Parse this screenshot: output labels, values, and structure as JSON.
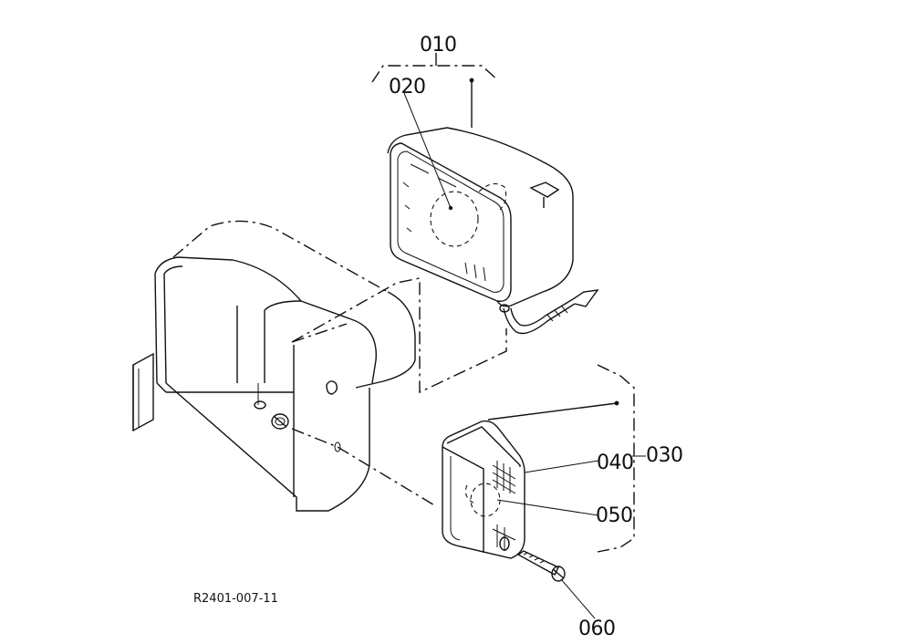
{
  "callouts": {
    "c010": "010",
    "c020": "020",
    "c030": "030",
    "c040": "040",
    "c050": "050",
    "c060": "060"
  },
  "reference": "R2401-007-11"
}
